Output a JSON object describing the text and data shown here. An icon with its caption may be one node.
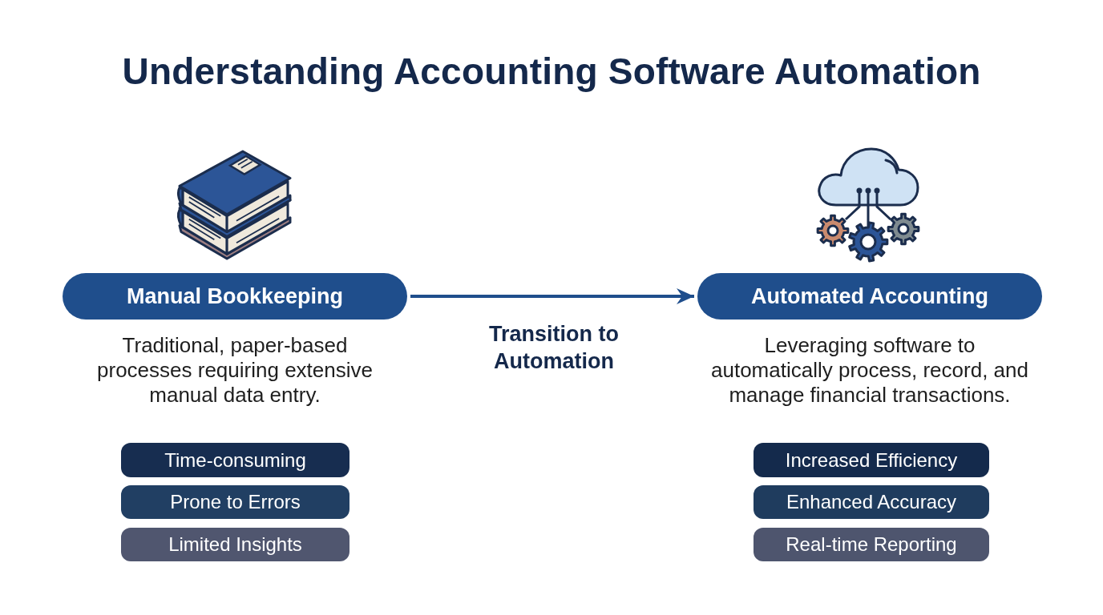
{
  "diagram": {
    "title": "Understanding Accounting Software Automation",
    "nodes": [
      {
        "text": [
          "Manual Bookkeeping"
        ],
        "beside": [
          "Traditional, paper-based processes requiring extensive manual data entry."
        ]
      },
      {
        "text": [
          "Time-consuming"
        ]
      },
      {
        "text": [
          "Prone to Errors"
        ]
      },
      {
        "text": [
          "Limited Insights"
        ]
      },
      {
        "text": [
          "Automated Accounting"
        ],
        "beside": [
          "Leveraging software to automatically process, record, and manage financial transactions."
        ]
      },
      {
        "text": [
          "Increased Efficiency"
        ]
      },
      {
        "text": [
          "Enhanced Accuracy"
        ]
      },
      {
        "text": [
          "Real-time Reporting"
        ]
      }
    ],
    "edges": [
      {
        "from": 0,
        "to": 4,
        "arrow": "to",
        "label": "Transition to Automation"
      }
    ]
  }
}
